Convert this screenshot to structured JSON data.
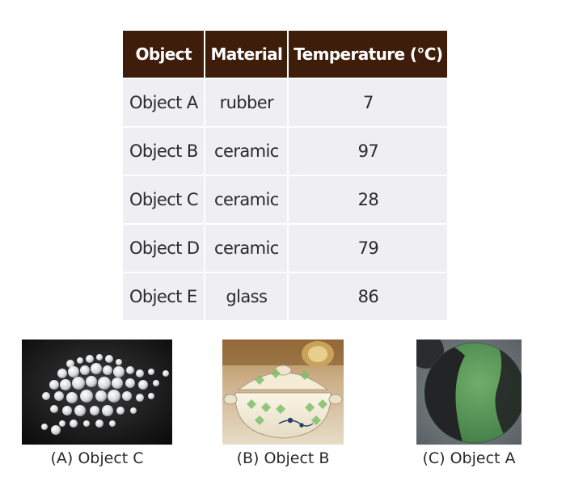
{
  "table": {
    "headers": [
      "Object",
      "Material",
      "Temperature (°C)"
    ],
    "rows": [
      {
        "object": "Object A",
        "material": "rubber",
        "temperature": "7"
      },
      {
        "object": "Object B",
        "material": "ceramic",
        "temperature": "97"
      },
      {
        "object": "Object C",
        "material": "ceramic",
        "temperature": "28"
      },
      {
        "object": "Object D",
        "material": "ceramic",
        "temperature": "79"
      },
      {
        "object": "Object E",
        "material": "glass",
        "temperature": "86"
      }
    ]
  },
  "figures": [
    {
      "caption": "(A) Object C",
      "image": "ceramic-balls-photo"
    },
    {
      "caption": "(B) Object B",
      "image": "ceramic-pot-photo"
    },
    {
      "caption": "(C) Object A",
      "image": "rubber-ball-photo"
    }
  ],
  "colors": {
    "header_bg": "#3e1e0b",
    "header_text": "#ffffff",
    "cell_bg": "#eeeef3"
  }
}
